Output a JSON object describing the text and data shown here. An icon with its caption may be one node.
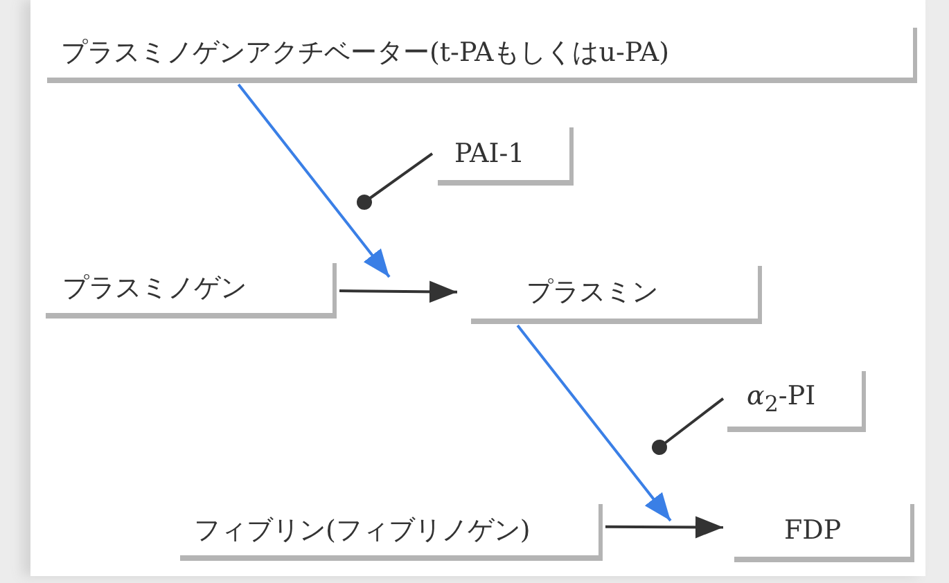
{
  "diagram": {
    "nodes": [
      {
        "text": [
          "プラスミノゲンアクチベーター(t-PAもしくはu-PA)"
        ]
      },
      {
        "text": [
          "PAI-1"
        ]
      },
      {
        "text": [
          "プラスミノゲン"
        ]
      },
      {
        "text": [
          "プラスミン"
        ]
      },
      {
        "text": [
          "*α*$_{2}$-PI"
        ]
      },
      {
        "text": [
          "フィブリン(フィブリノゲン)"
        ]
      },
      {
        "text": [
          "FDP"
        ]
      }
    ],
    "edges": [
      {
        "from": 0,
        "to": null,
        "arrow": "to",
        "color": "#3a7fe6"
      },
      {
        "from": 1,
        "to": null,
        "arrow": "other"
      },
      {
        "from": 2,
        "to": 3,
        "arrow": "to"
      },
      {
        "from": 3,
        "to": null,
        "arrow": "to",
        "color": "#3a7fe6"
      },
      {
        "from": 4,
        "to": null,
        "arrow": "other"
      },
      {
        "from": 5,
        "to": 6,
        "arrow": "to"
      }
    ]
  }
}
